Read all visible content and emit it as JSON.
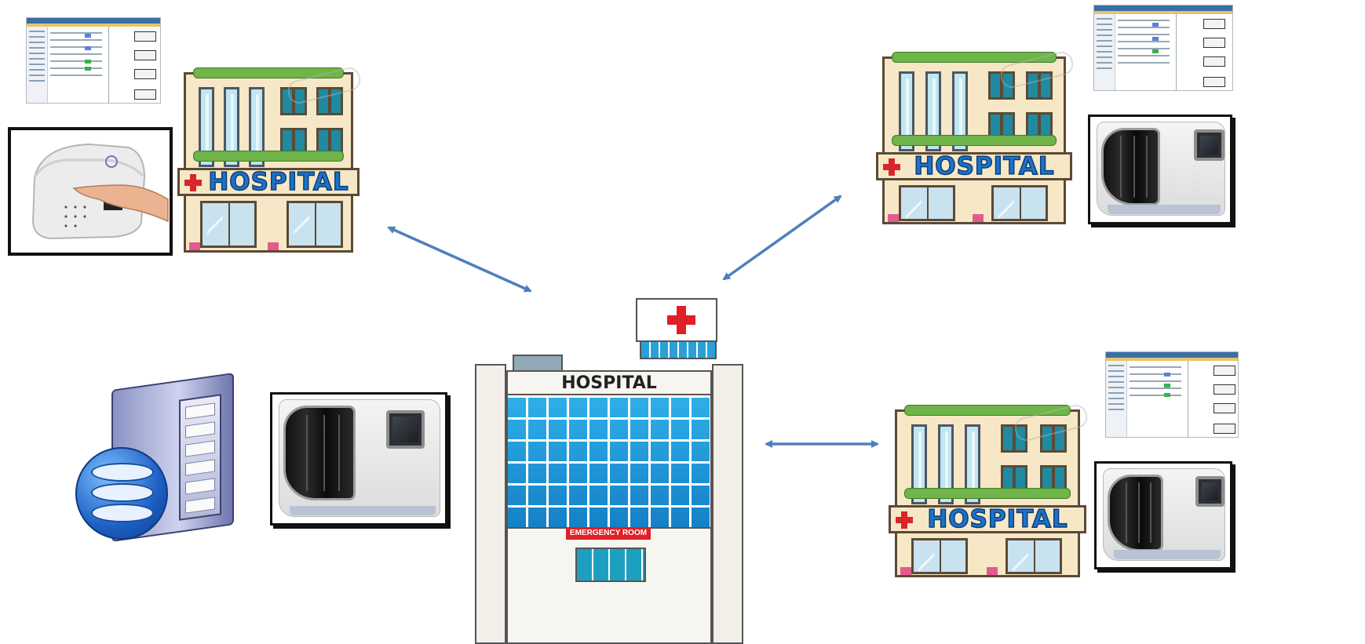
{
  "diagram": {
    "central_node": {
      "sign": "HOSPITAL",
      "banner": "EMERGENCY ROOM"
    },
    "satellite_hospitals": [
      {
        "id": "top-left",
        "sign": "HOSPITAL"
      },
      {
        "id": "top-right",
        "sign": "HOSPITAL"
      },
      {
        "id": "bottom-right",
        "sign": "HOSPITAL"
      }
    ],
    "connections": [
      {
        "from": "top-left",
        "to": "central",
        "style": "bidirectional"
      },
      {
        "from": "top-right",
        "to": "central",
        "style": "bidirectional"
      },
      {
        "from": "bottom-right",
        "to": "central",
        "style": "bidirectional"
      }
    ],
    "colors": {
      "arrow": "#4f7fbd",
      "sign_text": "#1d72c9",
      "cross_red": "#e01f26"
    },
    "icons": [
      "hospital-building-icon",
      "server-database-icon",
      "lab-analyzer-icon",
      "fingerprint-scanner-icon",
      "software-screenshot-icon"
    ]
  }
}
